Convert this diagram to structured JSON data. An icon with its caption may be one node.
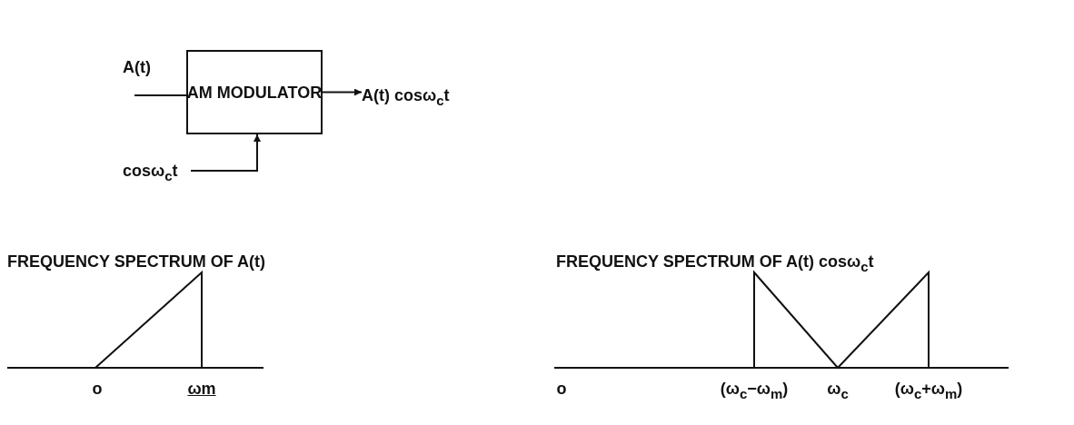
{
  "diagram": {
    "nodes": [
      {
        "text": [
          "A(t)"
        ]
      },
      {
        "text": [
          "AM MODULATOR"
        ]
      },
      {
        "text": [
          "A(t) cosω$_{c}$t"
        ]
      },
      {
        "text": [
          "cosω$_{c}$t"
        ]
      }
    ],
    "edges": [
      {
        "from": 0,
        "to": 1,
        "arrow": "none"
      },
      {
        "from": 1,
        "to": 2,
        "arrow": "to"
      },
      {
        "from": 3,
        "to": 1,
        "arrow": "to"
      }
    ],
    "labels": [
      "FREQUENCY SPECTRUM OF A(t)",
      "FREQUENCY SPECTRUM OF A(t) cosω$_{c}$t",
      "o",
      "ωm",
      "o",
      "(ω$_{c}$−ω$_{m}$)",
      "ω$_{c}$",
      "(ω$_{c}$+ω$_{m}$)"
    ]
  }
}
